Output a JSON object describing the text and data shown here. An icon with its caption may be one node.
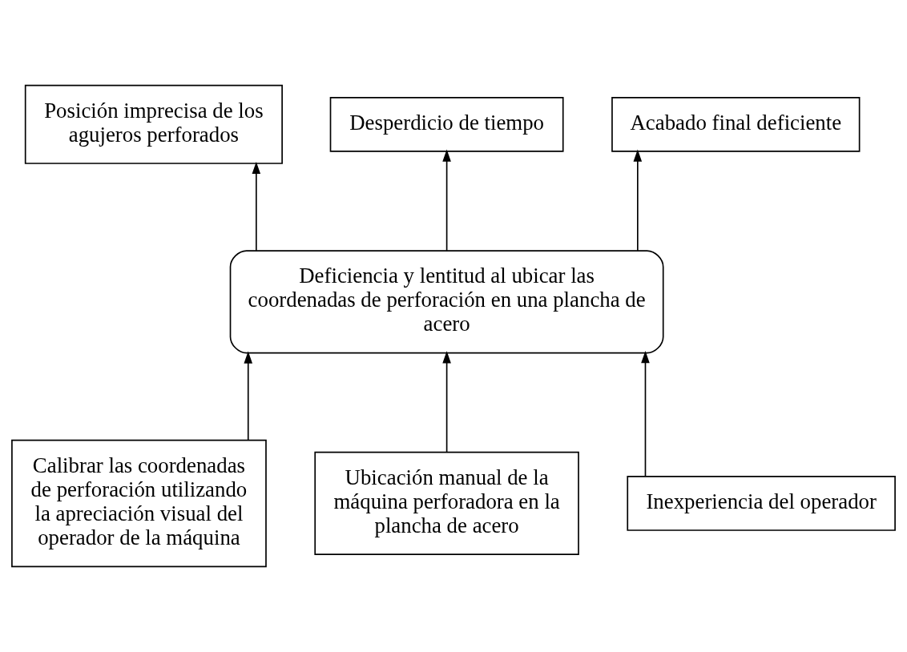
{
  "diagram": {
    "nodes": [
      {
        "text": [
          "Posición imprecisa de los agujeros perforados"
        ]
      },
      {
        "text": [
          "Desperdicio de tiempo"
        ]
      },
      {
        "text": [
          "Acabado final deficiente"
        ]
      },
      {
        "text": [
          "Deficiencia y lentitud al ubicar las coordenadas de perforación en una plancha de acero"
        ]
      },
      {
        "text": [
          "Calibrar las coordenadas de perforación utilizando la apreciación visual del operador de la máquina"
        ]
      },
      {
        "text": [
          "Ubicación manual de la máquina perforadora en la plancha de acero"
        ]
      },
      {
        "text": [
          "Inexperiencia del operador"
        ]
      }
    ],
    "edges": [
      {
        "from": 3,
        "to": 0,
        "arrow": "to"
      },
      {
        "from": 3,
        "to": 1,
        "arrow": "to"
      },
      {
        "from": 3,
        "to": 2,
        "arrow": "to"
      },
      {
        "from": 4,
        "to": 3,
        "arrow": "to"
      },
      {
        "from": 5,
        "to": 3,
        "arrow": "to"
      },
      {
        "from": 6,
        "to": 3,
        "arrow": "to"
      }
    ]
  }
}
